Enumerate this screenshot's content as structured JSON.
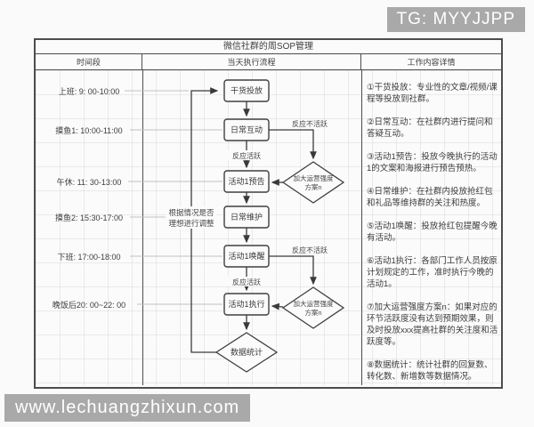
{
  "watermarks": {
    "telegram": "TG: MYYJJPP",
    "website": "www.lechuangzhixun.com"
  },
  "colors": {
    "watermark_bg": "#a9a9a9",
    "table_border": "#4d4d4d",
    "node_border": "#3f3f3f",
    "leader_line": "#c2c0c0",
    "text": "#3d3d3d"
  },
  "table": {
    "title": "微信社群的周SOP管理",
    "headers": {
      "time": "时间段",
      "flow": "当天执行流程",
      "details": "工作内容详情"
    }
  },
  "time_slots": [
    "上班: 9: 00-10:00",
    "摸鱼1: 10:00-11:00",
    "午休: 11: 30-13:00",
    "摸鱼2: 15:30-17:00",
    "下班: 17:00-18:00",
    "晚饭后20: 00~22: 00"
  ],
  "flow": {
    "nodes": [
      {
        "label": "干货投放"
      },
      {
        "label": "日常互动"
      },
      {
        "label": "活动1预告"
      },
      {
        "label": "日常维护"
      },
      {
        "label": "活动1唤醒"
      },
      {
        "label": "活动1执行"
      }
    ],
    "end_diamond": "数据统计",
    "boost_diamonds": [
      {
        "line1": "加大运营强度",
        "line2": "方案n"
      },
      {
        "line1": "加大运营强度",
        "line2": "方案n"
      }
    ],
    "active_labels": [
      "反应活跃",
      "反应活跃"
    ],
    "inactive_labels": [
      "反应不活跃",
      "反应不活跃"
    ],
    "feedback_label": {
      "line1": "根据情况是否",
      "line2": "理想进行调整"
    }
  },
  "details": [
    "①干货投放：专业性的文章/视频/课程等投放到社群。",
    "②日常互动：在社群内进行提问和答疑互动。",
    "③活动1预告：投放今晚执行的活动1的文案和海报进行预告预热。",
    "④日常维护：在社群内投放抢红包和礼品等维持群的关注和热度。",
    "⑤活动1唤醒：投放抢红包提醒今晚有活动。",
    "⑥活动1执行：各部门工作人员按原计划规定的工作，准时执行今晚的活动1。",
    "⑦加大运营强度方案n：如果对应的环节活跃度没有达到预期效果，则及时投放xxx提高社群的关注度和活跃度等。",
    "⑧数据统计：统计社群的回复数、转化数、新增数等数据情况。"
  ]
}
